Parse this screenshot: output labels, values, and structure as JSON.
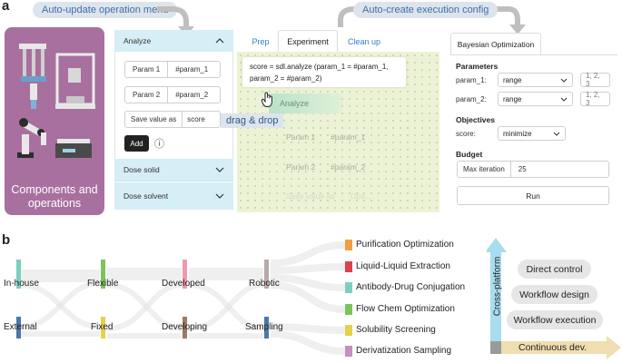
{
  "panel_a": {
    "letter": "a",
    "callout_left": "Auto-update operation menu",
    "callout_right": "Auto-create execution config",
    "components_label": "Components and operations",
    "sidebar": {
      "analyze": "Analyze",
      "param1_label": "Param 1",
      "param1_value": "#param_1",
      "param2_label": "Param 2",
      "param2_value": "#param_2",
      "save_label": "Save value as",
      "save_value": "score",
      "add_label": "Add",
      "info_glyph": "ⓘ",
      "dose_solid": "Dose solid",
      "dose_solvent": "Dose solvent"
    },
    "drag_label": "drag & drop",
    "tabs": [
      "Prep",
      "Experiment",
      "Clean up"
    ],
    "code_line1": "score = sdl.analyze (param_1 = #param_1,",
    "code_line2": "param_2 = #param_2)",
    "ghost": {
      "analyze": "Analyze",
      "param1_label": "Param 1",
      "param1_value": "#param_1",
      "param2_label": "Param 2",
      "param2_value": "#param_2",
      "save_label": "Save value as",
      "save_value": "Opti..."
    },
    "bo": {
      "tab": "Bayesian Optimization",
      "parameters_heading": "Parameters",
      "param1_name": "param_1:",
      "param1_type": "range",
      "param1_values": "1, 2, 3",
      "param2_name": "param_2:",
      "param2_type": "range",
      "param2_values": "1, 2, 3",
      "objectives_heading": "Objectives",
      "score_name": "score:",
      "score_goal": "minimize",
      "budget_heading": "Budget",
      "max_iter_label": "Max iteration",
      "max_iter_value": "25",
      "run_label": "Run"
    }
  },
  "panel_b": {
    "letter": "b",
    "columns": [
      {
        "top": "In-house",
        "bottom": "External",
        "top_color": "#7ccfc0",
        "bottom_color": "#4a78a8"
      },
      {
        "top": "Flexible",
        "bottom": "Fixed",
        "top_color": "#7cc45a",
        "bottom_color": "#e6d04a"
      },
      {
        "top": "Developed",
        "bottom": "Developing",
        "top_color": "#ef9aaa",
        "bottom_color": "#9a7a66"
      },
      {
        "top": "Robotic",
        "bottom": "Sampling",
        "top_color": "#b8aaa8",
        "bottom_color": "#4a78a8"
      }
    ],
    "applications": [
      {
        "label": "Purification Optimization",
        "color": "#f0a040"
      },
      {
        "label": "Liquid-Liquid Extraction",
        "color": "#d9434e"
      },
      {
        "label": "Antibody-Drug Conjugation",
        "color": "#7ccfc0"
      },
      {
        "label": "Flow Chem Optimization",
        "color": "#7cc45a"
      },
      {
        "label": "Solubility Screening",
        "color": "#e6d04a"
      },
      {
        "label": "Derivatization Sampling",
        "color": "#c78ec2"
      }
    ],
    "axis_y": "Cross-platform",
    "axis_x": "Continuous dev.",
    "features": [
      "Direct control",
      "Workflow design",
      "Workflow execution"
    ],
    "colors": {
      "axis_y": "#a8dcef",
      "axis_x": "#f0ddb0",
      "band": "#e4e4e4"
    }
  }
}
